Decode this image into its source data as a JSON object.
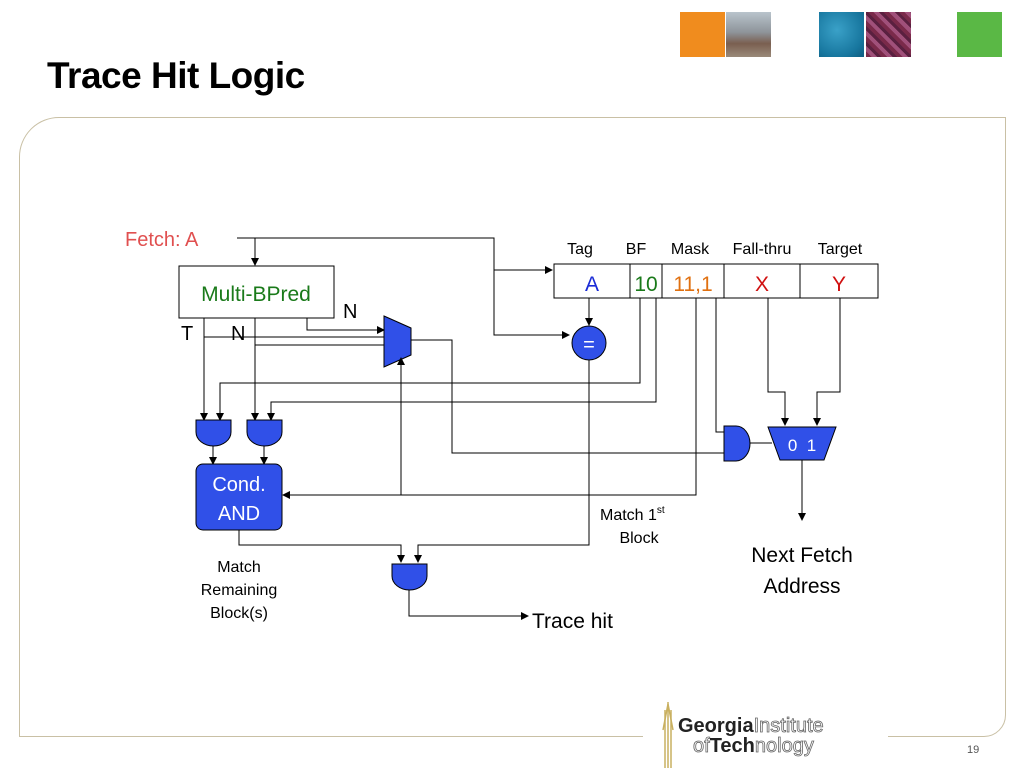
{
  "slide": {
    "title": "Trace Hit Logic",
    "page_number": "19"
  },
  "logo": {
    "line1_bold": "Georgia",
    "line1_light": "Institute",
    "line2_light1": "of",
    "line2_bold": "Tech",
    "line2_light2": "nology"
  },
  "diagram": {
    "fetch_label": "Fetch: A",
    "bpred_label": "Multi-BPred",
    "t_label": "T",
    "n_label_left": "N",
    "n_label_mux": "N",
    "cond_and_line1": "Cond.",
    "cond_and_line2": "AND",
    "match_remaining_line1": "Match",
    "match_remaining_line2": "Remaining",
    "match_remaining_line3": "Block(s)",
    "trace_hit": "Trace hit",
    "match_first_text": "Match 1",
    "match_first_sup": "st",
    "match_first_line2": "Block",
    "next_fetch_line1": "Next Fetch",
    "next_fetch_line2": "Address",
    "equals_symbol": "=",
    "mux_label": "0  1",
    "table_headers": [
      "Tag",
      "BF",
      "Mask",
      "Fall-thru",
      "Target"
    ],
    "table_values": [
      "A",
      "10",
      "11,1",
      "X",
      "Y"
    ]
  },
  "colors": {
    "gate_fill": "#3050e8",
    "fetch_text": "#e05050",
    "bpred_text": "#1a7a1a",
    "tag_value": "#1a2bd6",
    "bf_value": "#1a7a1a",
    "mask_value": "#e07010",
    "fallthru_value": "#d01010",
    "target_value": "#d01010"
  }
}
